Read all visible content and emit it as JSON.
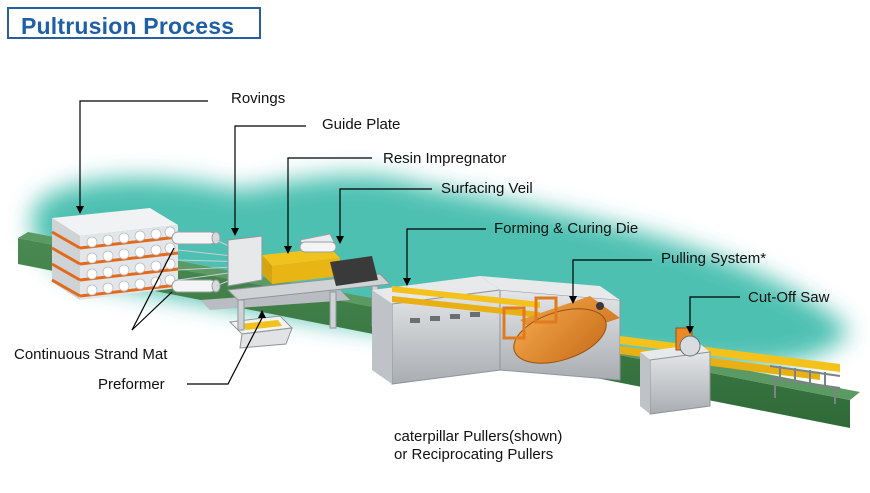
{
  "title": "Pultrusion Process",
  "labels": {
    "rovings": "Rovings",
    "guide_plate": "Guide Plate",
    "resin_impregnator": "Resin Impregnator",
    "surfacing_veil": "Surfacing Veil",
    "forming_curing_die": "Forming & Curing Die",
    "pulling_system": "Pulling System*",
    "cut_off_saw": "Cut-Off Saw",
    "continuous_strand_mat": "Continuous Strand Mat",
    "preformer": "Preformer"
  },
  "footnote": {
    "line1": "caterpillar Pullers(shown)",
    "line2": "or Reciprocating Pullers"
  },
  "colors": {
    "title_blue": "#1f5fa6",
    "glow": "#2fb6a4",
    "floor": "#3e7a46",
    "profile_yellow": "#f4c21a",
    "puller_orange": "#e88a2a",
    "machine_grey": "#c9ccce"
  }
}
